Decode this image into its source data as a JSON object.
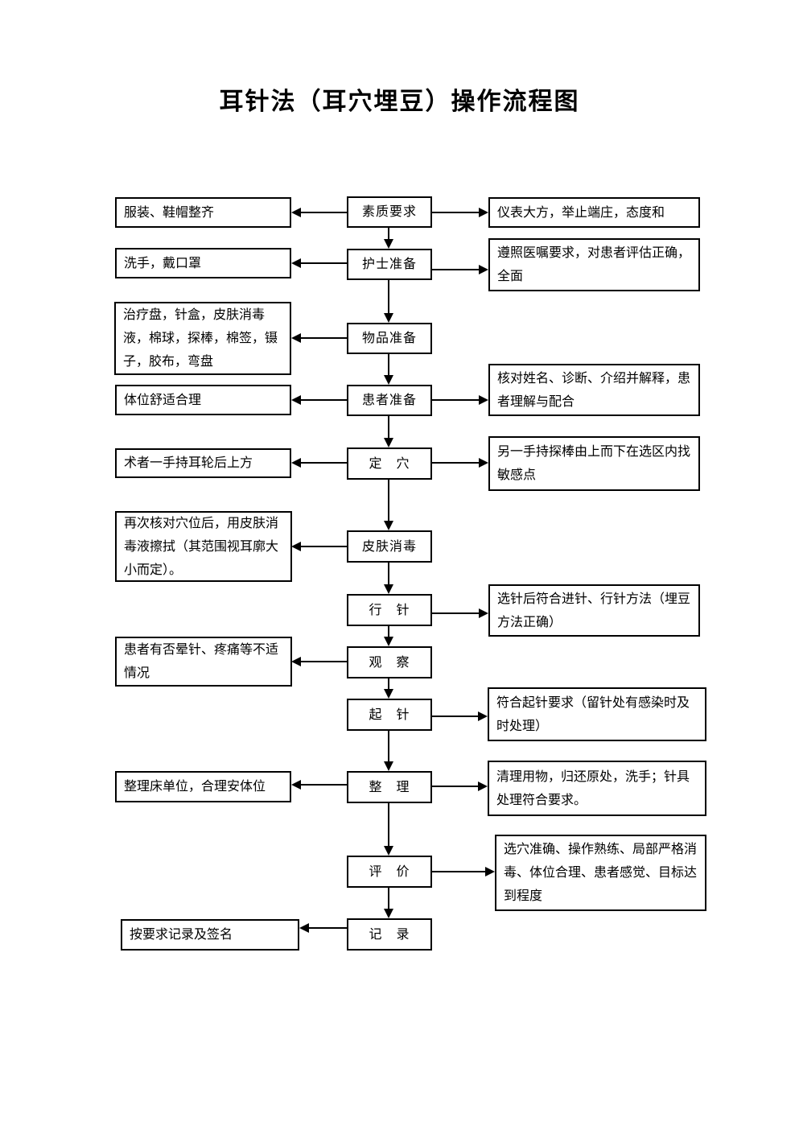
{
  "page": {
    "title": "耳针法（耳穴埋豆）操作流程图",
    "text_color": "#000000",
    "background_color": "#ffffff",
    "line_color": "#000000"
  },
  "flow": {
    "center_nodes": [
      {
        "label": "素质要求"
      },
      {
        "label": "护士准备"
      },
      {
        "label": "物品准备"
      },
      {
        "label": "患者准备"
      },
      {
        "label": "定　穴"
      },
      {
        "label": "皮肤消毒"
      },
      {
        "label": "行　针"
      },
      {
        "label": "观　察"
      },
      {
        "label": "起　针"
      },
      {
        "label": "整　理"
      },
      {
        "label": "评　价"
      },
      {
        "label": "记　录"
      }
    ],
    "left_notes": [
      {
        "label": "服装、鞋帽整齐"
      },
      {
        "label": "洗手，戴口罩"
      },
      {
        "label": "治疗盘，针盒，皮肤消毒液，棉球，探棒，棉签，镊子，胶布，弯盘"
      },
      {
        "label": "体位舒适合理"
      },
      {
        "label": "术者一手持耳轮后上方"
      },
      {
        "label": "再次核对穴位后，用皮肤消毒液擦拭（其范围视耳廓大小而定）。"
      },
      {
        "label": "患者有否晕针、疼痛等不适情况"
      },
      {
        "label": "整理床单位，合理安体位"
      },
      {
        "label": "按要求记录及签名"
      }
    ],
    "right_notes": [
      {
        "label": "仪表大方，举止端庄，态度和"
      },
      {
        "label": "遵照医嘱要求，对患者评估正确，全面"
      },
      {
        "label": "核对姓名、诊断、介绍并解释，患者理解与配合"
      },
      {
        "label": "另一手持探棒由上而下在选区内找敏感点"
      },
      {
        "label": "选针后符合进针、行针方法（埋豆方法正确）"
      },
      {
        "label": "符合起针要求（留针处有感染时及时处理）"
      },
      {
        "label": "清理用物，归还原处，洗手；针具处理符合要求。"
      },
      {
        "label": "选穴准确、操作熟练、局部严格消毒、体位合理、患者感觉、目标达到程度"
      }
    ]
  }
}
